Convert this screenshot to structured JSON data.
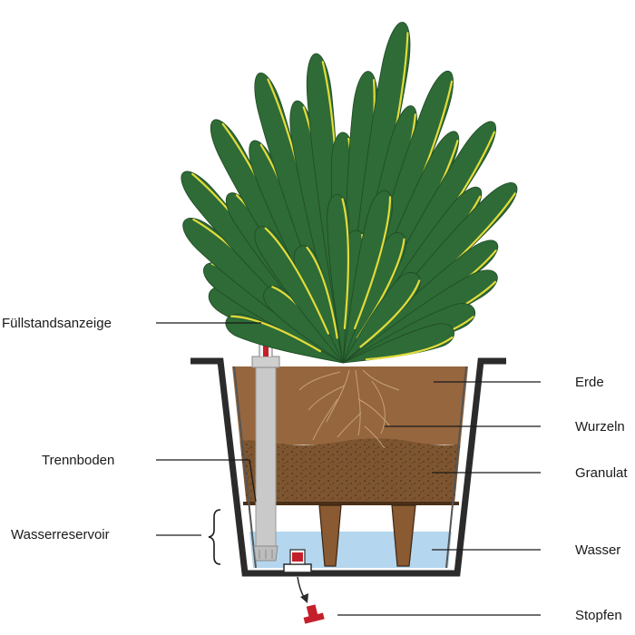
{
  "labels": {
    "fuellstand": "Füllstandsanzeige",
    "trennboden": "Trennboden",
    "wasserreservoir": "Wasserreservoir",
    "erde": "Erde",
    "wurzeln": "Wurzeln",
    "granulat": "Granulat",
    "wasser": "Wasser",
    "stopfen": "Stopfen"
  },
  "colors": {
    "leaf": "#2e6b36",
    "leaf_highlight": "#e3db3a",
    "soil": "#96663f",
    "granulate": "#7d5530",
    "water": "#b4d6ee",
    "pot": "#2b2b2b",
    "indicator_red": "#c4202b",
    "tube": "#c9c9c9"
  }
}
